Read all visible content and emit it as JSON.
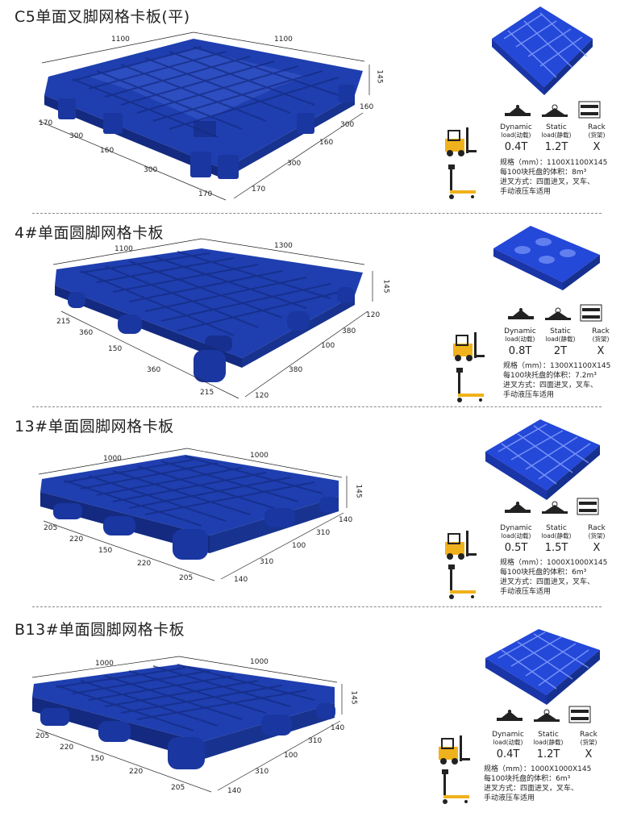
{
  "colors": {
    "pallet": "#1f3fb0",
    "pallet_dark": "#142a80",
    "pallet_light": "#3a5bd0",
    "forklift": "#f0b21c",
    "line": "#222222"
  },
  "sections": [
    {
      "title": "C5单面叉脚网格卡板(平)",
      "top_dims": [
        "1100",
        "1100"
      ],
      "height_dim": "145",
      "left_dims": [
        "170",
        "300",
        "160",
        "300",
        "170"
      ],
      "right_dims": [
        "160",
        "300",
        "160",
        "300",
        "170"
      ],
      "load": {
        "dynamic": {
          "label": "Dynamic",
          "sub": "load(动载)",
          "value": "0.4T"
        },
        "static": {
          "label": "Static",
          "sub": "load(静载)",
          "value": "1.2T"
        },
        "rack": {
          "label": "Rack",
          "sub": "(货架)",
          "value": "X"
        }
      },
      "spec": [
        "规格（mm）：1100X1100X145",
        "每100块托盘的体积：8m³",
        "进叉方式：四面进叉，叉车、",
        "手动液压车适用"
      ]
    },
    {
      "title": "4#单面圆脚网格卡板",
      "top_dims": [
        "1100",
        "1300"
      ],
      "height_dim": "145",
      "left_dims": [
        "215",
        "360",
        "150",
        "360",
        "215"
      ],
      "right_dims": [
        "120",
        "380",
        "100",
        "380",
        "120"
      ],
      "load": {
        "dynamic": {
          "label": "Dynamic",
          "sub": "load(动载)",
          "value": "0.8T"
        },
        "static": {
          "label": "Static",
          "sub": "load(静载)",
          "value": "2T"
        },
        "rack": {
          "label": "Rack",
          "sub": "(货架)",
          "value": "X"
        }
      },
      "spec": [
        "规格（mm）：1300X1100X145",
        "每100块托盘的体积：7.2m³",
        "进叉方式：四面进叉，叉车、",
        "手动液压车适用"
      ]
    },
    {
      "title": "13#单面圆脚网格卡板",
      "top_dims": [
        "1000",
        "1000"
      ],
      "height_dim": "145",
      "left_dims": [
        "205",
        "220",
        "150",
        "220",
        "205"
      ],
      "right_dims": [
        "140",
        "310",
        "100",
        "310",
        "140"
      ],
      "load": {
        "dynamic": {
          "label": "Dynamic",
          "sub": "load(动载)",
          "value": "0.5T"
        },
        "static": {
          "label": "Static",
          "sub": "load(静载)",
          "value": "1.5T"
        },
        "rack": {
          "label": "Rack",
          "sub": "(货架)",
          "value": "X"
        }
      },
      "spec": [
        "规格（mm）：1000X1000X145",
        "每100块托盘的体积：6m³",
        "进叉方式：四面进叉，叉车、",
        "手动液压车适用"
      ]
    },
    {
      "title": "B13#单面圆脚网格卡板",
      "top_dims": [
        "1000",
        "1000"
      ],
      "height_dim": "145",
      "left_dims": [
        "205",
        "220",
        "150",
        "220",
        "205"
      ],
      "right_dims": [
        "140",
        "310",
        "100",
        "310",
        "140"
      ],
      "load": {
        "dynamic": {
          "label": "Dynamic",
          "sub": "load(动载)",
          "value": "0.4T"
        },
        "static": {
          "label": "Static",
          "sub": "load(静载)",
          "value": "1.2T"
        },
        "rack": {
          "label": "Rack",
          "sub": "(货架)",
          "value": "X"
        }
      },
      "spec": [
        "规格（mm）：1000X1000X145",
        "每100块托盘的体积：6m³",
        "进叉方式：四面进叉，叉车、",
        "手动液压车适用"
      ]
    }
  ]
}
